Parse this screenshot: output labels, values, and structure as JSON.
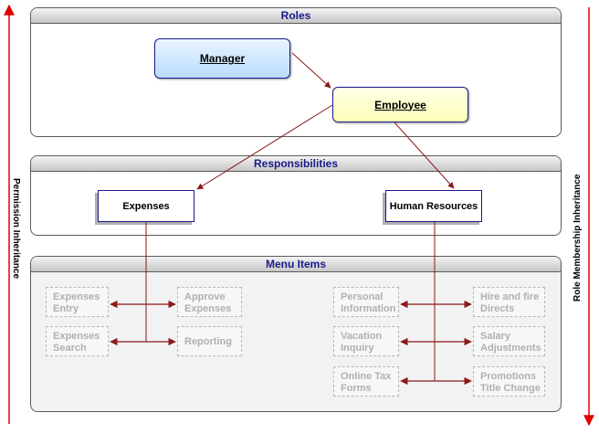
{
  "panels": {
    "roles": "Roles",
    "responsibilities": "Responsibilities",
    "menu_items": "Menu Items"
  },
  "roles": {
    "manager": "Manager",
    "employee": "Employee"
  },
  "responsibilities": {
    "expenses": "Expenses",
    "human_resources": "Human Resources"
  },
  "menu": {
    "expenses_entry": [
      "Expenses",
      "Entry"
    ],
    "expenses_search": [
      "Expenses",
      "Search"
    ],
    "approve_expenses": [
      "Approve",
      "Expenses"
    ],
    "reporting": [
      "Reporting"
    ],
    "personal_information": [
      "Personal",
      "Information"
    ],
    "vacation_inquiry": [
      "Vacation",
      "Inquiry"
    ],
    "online_tax_forms": [
      "Online Tax",
      "Forms"
    ],
    "hire_and_fire": [
      "Hire and fire",
      "Directs"
    ],
    "salary_adjustments": [
      "Salary",
      "Adjustments"
    ],
    "promotions": [
      "Promotions",
      "Title Change"
    ]
  },
  "side_labels": {
    "left": "Permission Inheritance",
    "right": "Role Membership Inheritance"
  },
  "colors": {
    "arrow": "#8b1a1a",
    "side_arrow": "#e00000",
    "header_text": "#1a1a8c"
  }
}
